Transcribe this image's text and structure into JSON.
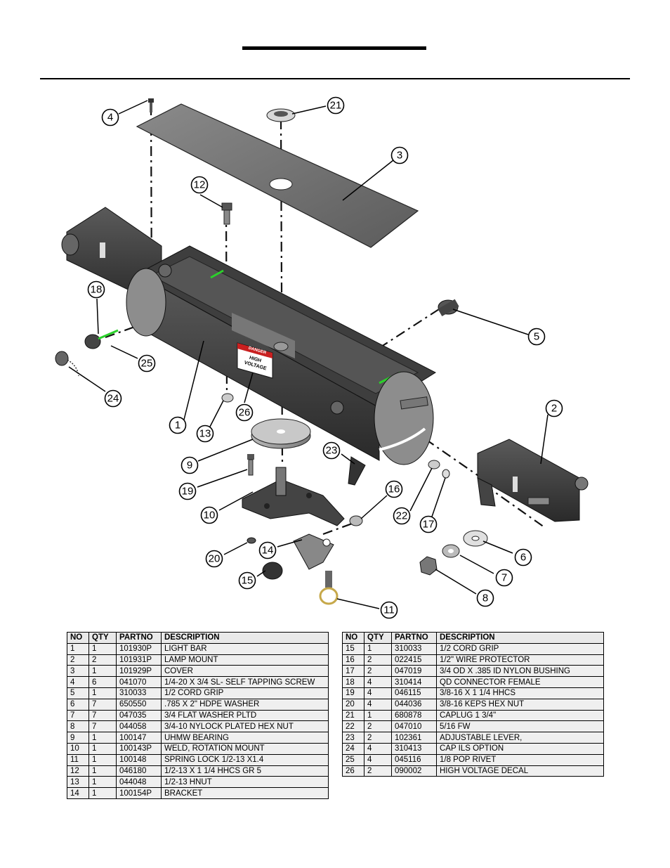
{
  "header": {
    "title": ""
  },
  "table": {
    "columns": [
      "NO",
      "QTY",
      "PARTNO",
      "DESCRIPTION"
    ],
    "left_rows": [
      [
        "1",
        "1",
        "101930P",
        "LIGHT BAR"
      ],
      [
        "2",
        "2",
        "101931P",
        "LAMP MOUNT"
      ],
      [
        "3",
        "1",
        "101929P",
        "COVER"
      ],
      [
        "4",
        "6",
        "041070",
        "1/4-20 X 3/4 SL- SELF TAPPING SCREW"
      ],
      [
        "5",
        "1",
        "310033",
        "1/2 CORD GRIP"
      ],
      [
        "6",
        "7",
        "650550",
        ".785 X 2\" HDPE WASHER"
      ],
      [
        "7",
        "7",
        "047035",
        "3/4 FLAT WASHER PLTD"
      ],
      [
        "8",
        "7",
        "044058",
        "3/4-10 NYLOCK PLATED HEX NUT"
      ],
      [
        "9",
        "1",
        "100147",
        "UHMW BEARING"
      ],
      [
        "10",
        "1",
        "100143P",
        "WELD, ROTATION MOUNT"
      ],
      [
        "11",
        "1",
        "100148",
        "SPRING LOCK 1/2-13 X1.4"
      ],
      [
        "12",
        "1",
        "046180",
        "1/2-13 X 1 1/4 HHCS  GR 5"
      ],
      [
        "13",
        "1",
        "044048",
        "1/2-13 HNUT"
      ],
      [
        "14",
        "1",
        "100154P",
        "BRACKET"
      ]
    ],
    "right_rows": [
      [
        "15",
        "1",
        "310033",
        "1/2 CORD GRIP"
      ],
      [
        "16",
        "2",
        "022415",
        "1/2\" WIRE PROTECTOR"
      ],
      [
        "17",
        "2",
        "047019",
        "3/4 OD X .385 ID NYLON BUSHING"
      ],
      [
        "18",
        "4",
        "310414",
        "QD CONNECTOR FEMALE"
      ],
      [
        "19",
        "4",
        "046115",
        "3/8-16 X 1 1/4 HHCS"
      ],
      [
        "20",
        "4",
        "044036",
        "3/8-16 KEPS HEX NUT"
      ],
      [
        "21",
        "1",
        "680878",
        "CAPLUG  1 3/4\""
      ],
      [
        "22",
        "2",
        "047010",
        "5/16 FW"
      ],
      [
        "23",
        "2",
        "102361",
        "ADJUSTABLE LEVER,"
      ],
      [
        "24",
        "4",
        "310413",
        "CAP ILS OPTION"
      ],
      [
        "25",
        "4",
        "045116",
        "1/8 POP RIVET"
      ],
      [
        "26",
        "2",
        "090002",
        "HIGH VOLTAGE DECAL"
      ]
    ]
  },
  "diagram": {
    "decal_lines": [
      "DANGER",
      "HIGH",
      "VOLTAGE"
    ],
    "callouts": [
      "1",
      "2",
      "3",
      "4",
      "5",
      "6",
      "7",
      "8",
      "9",
      "10",
      "11",
      "12",
      "13",
      "14",
      "15",
      "16",
      "17",
      "18",
      "19",
      "20",
      "21",
      "22",
      "23",
      "24",
      "25",
      "26"
    ]
  }
}
